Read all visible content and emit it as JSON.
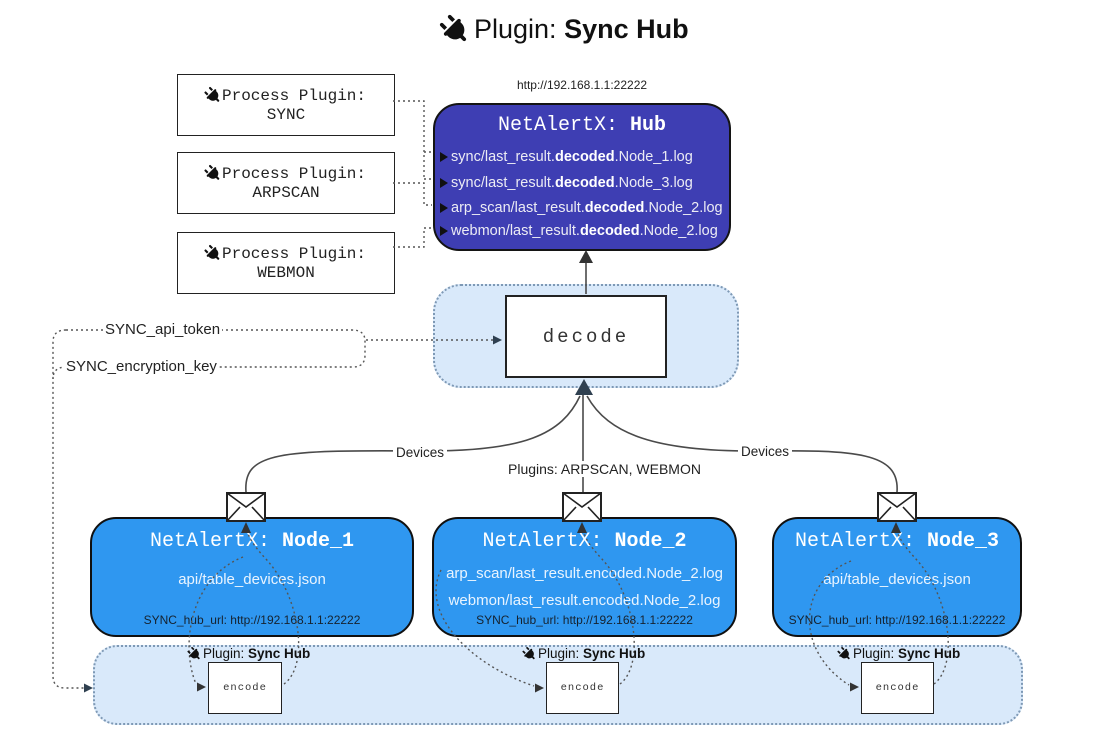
{
  "title": {
    "prefix": "Plugin: ",
    "name": "Sync Hub"
  },
  "hub": {
    "url": "http://192.168.1.1:22222",
    "title_prefix": "NetAlertX: ",
    "title_name": "Hub",
    "files": [
      {
        "pre": "sync/last_result.",
        "mid": "decoded",
        "post": ".Node_1.log"
      },
      {
        "pre": "sync/last_result.",
        "mid": "decoded",
        "post": ".Node_3.log"
      },
      {
        "pre": "arp_scan/last_result.",
        "mid": "decoded",
        "post": ".Node_2.log"
      },
      {
        "pre": "webmon/last_result.",
        "mid": "decoded",
        "post": ".Node_2.log"
      }
    ]
  },
  "process_plugins": [
    {
      "label": "Process Plugin:",
      "name": "SYNC"
    },
    {
      "label": "Process Plugin:",
      "name": "ARPSCAN"
    },
    {
      "label": "Process Plugin:",
      "name": "WEBMON"
    }
  ],
  "config": {
    "api_token": "SYNC_api_token",
    "encryption_key": "SYNC_encryption_key"
  },
  "decode": {
    "label": "decode"
  },
  "edges": {
    "left": "Devices",
    "center": "Plugins: ARPSCAN, WEBMON",
    "right": "Devices"
  },
  "nodes": [
    {
      "title_prefix": "NetAlertX: ",
      "title_name": "Node_1",
      "files": [
        "api/table_devices.json"
      ],
      "hub_url": "SYNC_hub_url: http://192.168.1.1:22222"
    },
    {
      "title_prefix": "NetAlertX: ",
      "title_name": "Node_2",
      "files": [
        "arp_scan/last_result.encoded.Node_2.log",
        "webmon/last_result.encoded.Node_2.log"
      ],
      "hub_url": "SYNC_hub_url: http://192.168.1.1:22222"
    },
    {
      "title_prefix": "NetAlertX: ",
      "title_name": "Node_3",
      "files": [
        "api/table_devices.json"
      ],
      "hub_url": "SYNC_hub_url: http://192.168.1.1:22222"
    }
  ],
  "sync_plugin_sections": [
    {
      "label_prefix": "Plugin: ",
      "label_name": "Sync Hub",
      "action": "encode"
    },
    {
      "label_prefix": "Plugin: ",
      "label_name": "Sync Hub",
      "action": "encode"
    },
    {
      "label_prefix": "Plugin: ",
      "label_name": "Sync Hub",
      "action": "encode"
    }
  ],
  "colors": {
    "hub_fill": "#3E3EB3",
    "node_fill": "#2F97F0",
    "panel_fill": "#D9E9FA",
    "wire": "#4A4A4A",
    "arrow_accent": "#2F4050"
  }
}
